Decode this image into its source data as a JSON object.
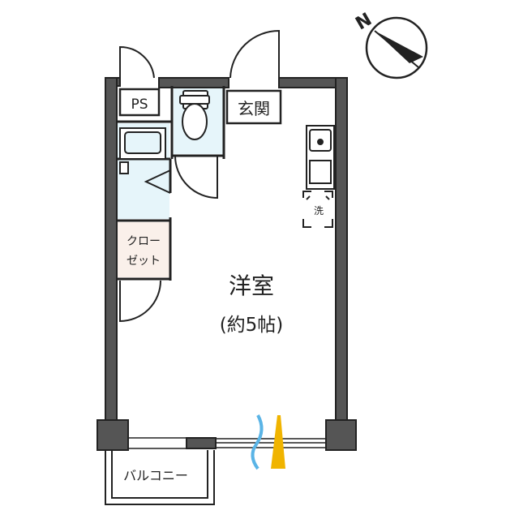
{
  "compass": {
    "north_label": "N"
  },
  "rooms": {
    "ps": "PS",
    "entrance": "玄関",
    "closet_line1": "クロー",
    "closet_line2": "ゼット",
    "washer": "洗",
    "main_room": "洋室",
    "main_room_size": "(約5帖)",
    "balcony": "バルコニー"
  },
  "colors": {
    "wall": "#555555",
    "wet_area": "#e6f5fa",
    "closet": "#faf0ea",
    "air_blue": "#5ab4e6",
    "air_yellow": "#f0b400"
  }
}
